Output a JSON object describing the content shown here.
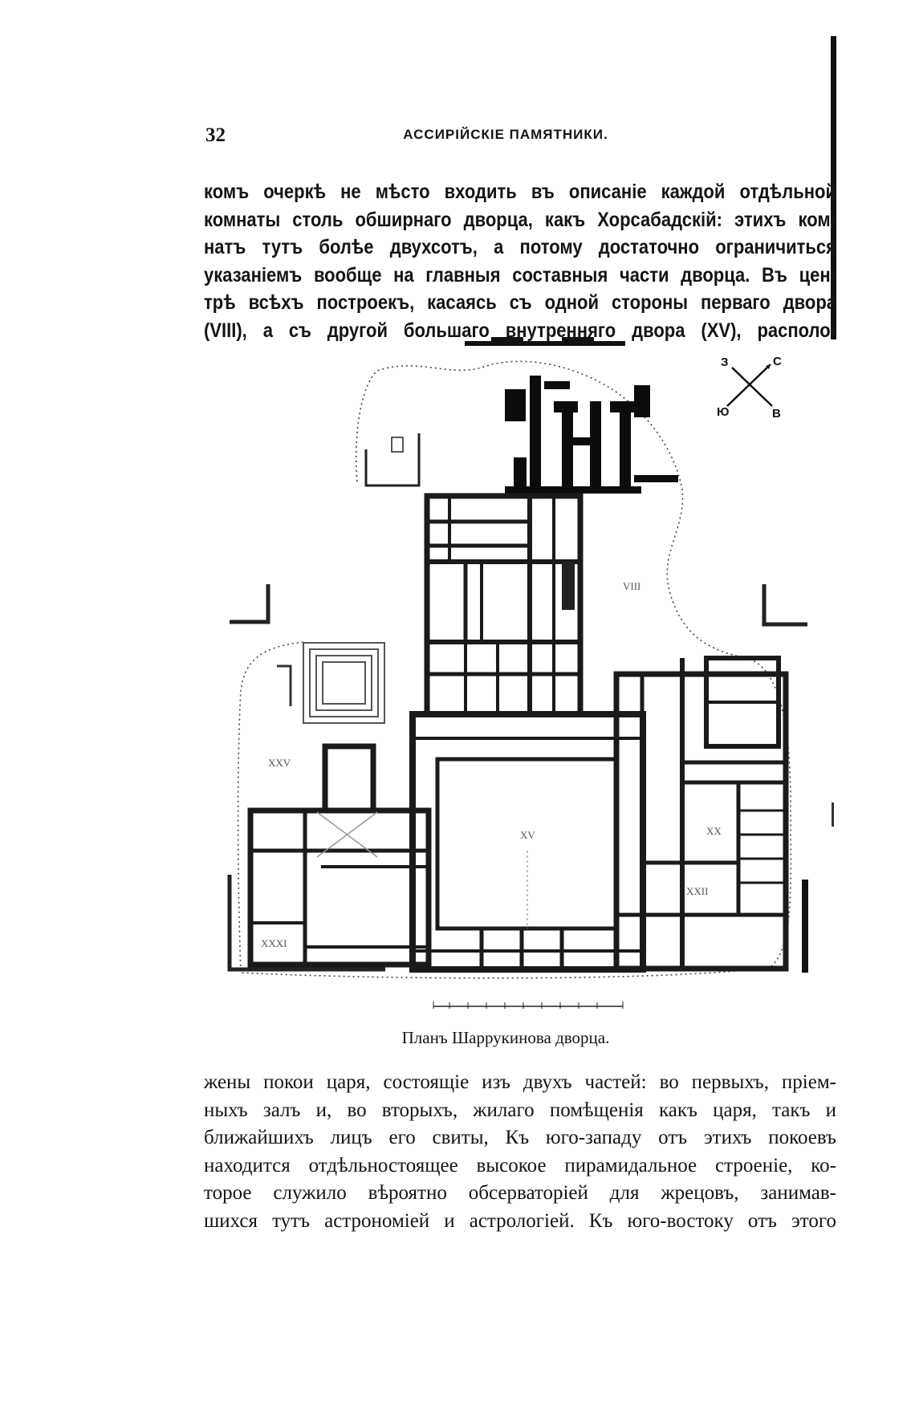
{
  "header": {
    "page_number": "32",
    "running_title": "АССИРІЙСКІЕ ПАМЯТНИКИ."
  },
  "text_top": {
    "lines": [
      "комъ очеркѣ не мѣсто входить въ описаніе каждой отдѣльной",
      "комнаты столь обширнаго дворца, какъ Хорсабадскій: этихъ ком-",
      "натъ тутъ болѣе двухсотъ, а потому достаточно ограничиться",
      "указаніемъ вообще на главныя составныя части дворца. Въ цен-",
      "трѣ всѣхъ построекъ, касаясь съ одной стороны перваго двора",
      "(VIII), а съ другой большаго внутренняго двора (XV), располо-"
    ]
  },
  "figure": {
    "caption": "Планъ Шаррукинова дворца.",
    "compass": {
      "west": "З",
      "north": "С",
      "south": "Ю",
      "east": "В"
    },
    "plan_labels": {
      "court_first": "VIII",
      "court_inner": "XV",
      "court_west": "XXV",
      "wing_east": "XX",
      "wing_south_east": "XXII",
      "wing_south_west": "XXXI"
    }
  },
  "text_bottom": {
    "lines": [
      "жены покои царя, состоящіе изъ двухъ частей: во первыхъ, пріем-",
      "ныхъ залъ и, во вторыхъ, жилаго помѣщенія какъ царя, такъ и",
      "ближайшихъ лицъ его свиты, Къ юго-западу отъ этихъ покоевъ",
      "находится отдѣльностоящее высокое пирамидальное строеніе, ко-",
      "торое служило вѣроятно обсерваторіей для жрецовъ, занимав-",
      "шихся тутъ астрономіей и астрологіей. Къ юго-востоку отъ этого"
    ]
  }
}
